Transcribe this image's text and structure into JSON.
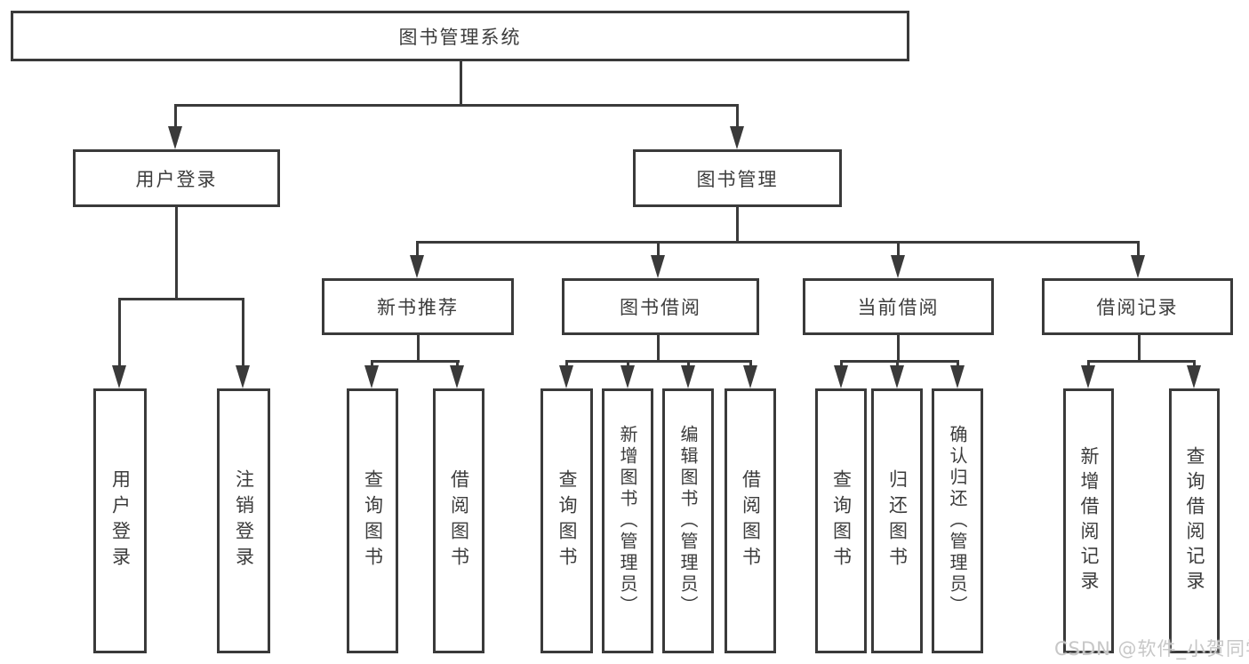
{
  "diagram_title": "图书管理系统",
  "colors": {
    "line": "#3a3a3a",
    "text": "#3c3c3c",
    "watermark": "#c7c7c7",
    "background": "#ffffff"
  },
  "watermark": {
    "text": "CSDN @软件_小贺同学"
  },
  "tree": {
    "label": "图书管理系统",
    "children": [
      {
        "label": "用户登录",
        "children": [
          {
            "label": "用户登录"
          },
          {
            "label": "注销登录"
          }
        ]
      },
      {
        "label": "图书管理",
        "children": [
          {
            "label": "新书推荐",
            "children": [
              {
                "label": "查询图书"
              },
              {
                "label": "借阅图书"
              }
            ]
          },
          {
            "label": "图书借阅",
            "children": [
              {
                "label": "查询图书"
              },
              {
                "label": "新增图书（管理员）"
              },
              {
                "label": "编辑图书（管理员）"
              },
              {
                "label": "借阅图书"
              }
            ]
          },
          {
            "label": "当前借阅",
            "children": [
              {
                "label": "查询图书"
              },
              {
                "label": "归还图书"
              },
              {
                "label": "确认归还（管理员）"
              }
            ]
          },
          {
            "label": "借阅记录",
            "children": [
              {
                "label": "新增借阅记录"
              },
              {
                "label": "查询借阅记录"
              }
            ]
          }
        ]
      }
    ]
  }
}
